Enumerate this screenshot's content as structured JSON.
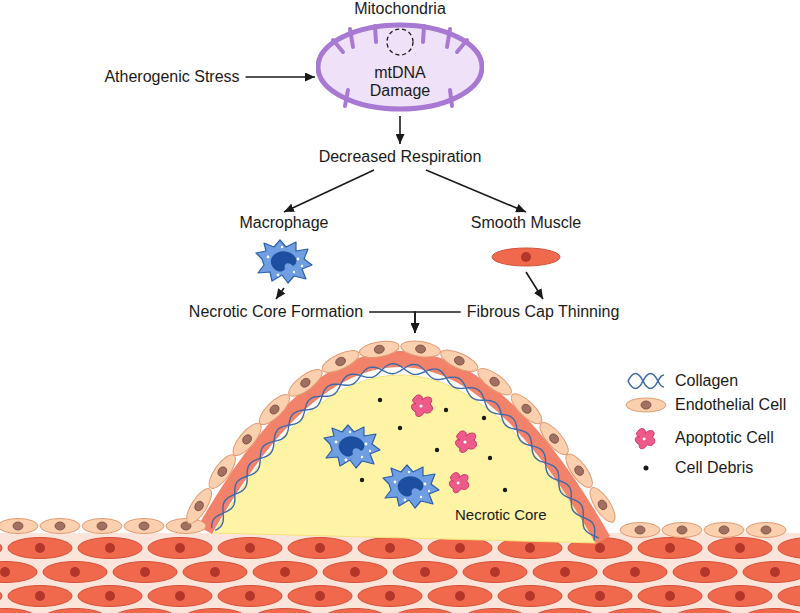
{
  "diagram": {
    "nodes": [
      {
        "text": [
          "Mitochondria",
          "mtDNA Damage"
        ]
      },
      {
        "text": [
          "Atherogenic Stress"
        ]
      },
      {
        "text": [
          "Decreased Respiration"
        ]
      },
      {
        "text": [
          "Macrophage"
        ]
      },
      {
        "text": [
          "Smooth Muscle"
        ]
      },
      {
        "text": [
          "Necrotic Core Formation"
        ]
      },
      {
        "text": [
          "Fibrous Cap Thinning"
        ]
      },
      {
        "text": [
          "Necrotic Core"
        ]
      }
    ],
    "edges": [
      {
        "from": 1,
        "to": 0,
        "arrow": "to"
      },
      {
        "from": 0,
        "to": 2,
        "arrow": "to"
      },
      {
        "from": 2,
        "to": 3,
        "arrow": "to"
      },
      {
        "from": 2,
        "to": 4,
        "arrow": "to"
      },
      {
        "from": 3,
        "to": 5,
        "arrow": "to"
      },
      {
        "from": 4,
        "to": 6,
        "arrow": "to"
      },
      {
        "from": 5,
        "to": 7,
        "arrow": "to"
      },
      {
        "from": 6,
        "to": 7,
        "arrow": "to"
      }
    ],
    "legend": [
      {
        "text": "Collagen"
      },
      {
        "text": "Endothelial Cell"
      },
      {
        "text": "Apoptotic Cell"
      },
      {
        "text": "Cell Debris"
      }
    ]
  }
}
